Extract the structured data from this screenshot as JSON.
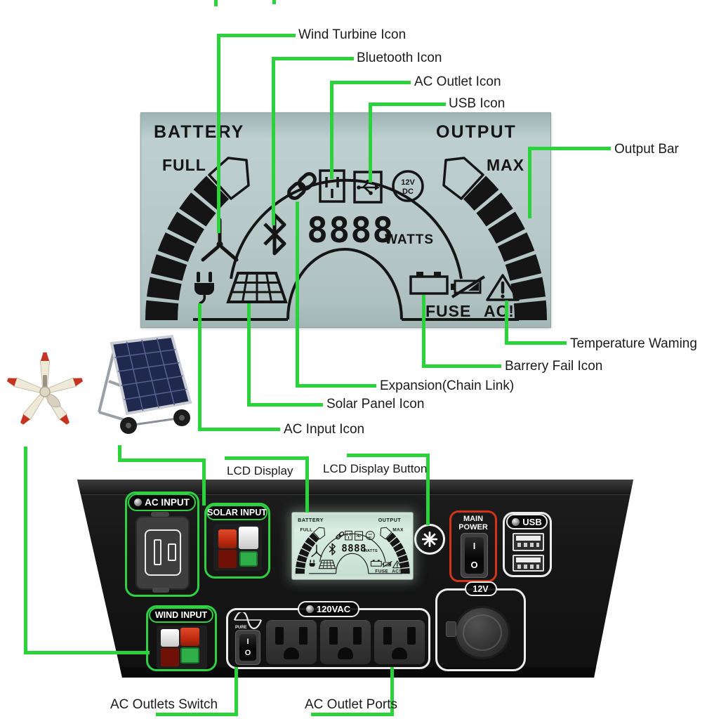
{
  "colors": {
    "callout_green": "#2bd33b",
    "lcd_background": "#b7c9c8",
    "mini_lcd_background": "#cfe3d8",
    "main_power_red": "#d23418",
    "lcd_ink": "#151515"
  },
  "callouts": {
    "wind_turbine_icon": "Wind Turbine Icon",
    "bluetooth_icon": "Bluetooth Icon",
    "ac_outlet_icon": "AC Outlet Icon",
    "usb_icon": "USB Icon",
    "output_bar": "Output Bar",
    "temperature_warning": "Temperature Waming",
    "battery_fail_icon": "Barrery Fail Icon",
    "expansion_chain_link": "Expansion(Chain Link)",
    "solar_panel_icon": "Solar Panel Icon",
    "ac_input_icon": "AC Input Icon",
    "lcd_display": "LCD Display",
    "lcd_display_button": "LCD Display Button",
    "ac_outlets_switch": "AC Outlets Switch",
    "ac_outlet_ports": "AC Outlet Ports"
  },
  "lcd": {
    "battery_label": "BATTERY",
    "output_label": "OUTPUT",
    "full_label": "FULL",
    "max_label": "MAX",
    "watts_value": "8888",
    "watts_unit": "WATTS",
    "fuse_label": "FUSE",
    "ac_alert_label": "AC!",
    "dc_badge_top": "12V",
    "dc_badge_bottom": "DC"
  },
  "panel": {
    "ac_input_label": "AC INPUT",
    "solar_input_label": "SOLAR INPUT",
    "wind_input_label": "WIND INPUT",
    "main_power_line1": "MAIN",
    "main_power_line2": "POWER",
    "usb_label": "USB",
    "vac_label": "120VAC",
    "pure_label": "PURE",
    "dc_12v_label": "12V",
    "switch_on": "I",
    "switch_off": "O"
  }
}
